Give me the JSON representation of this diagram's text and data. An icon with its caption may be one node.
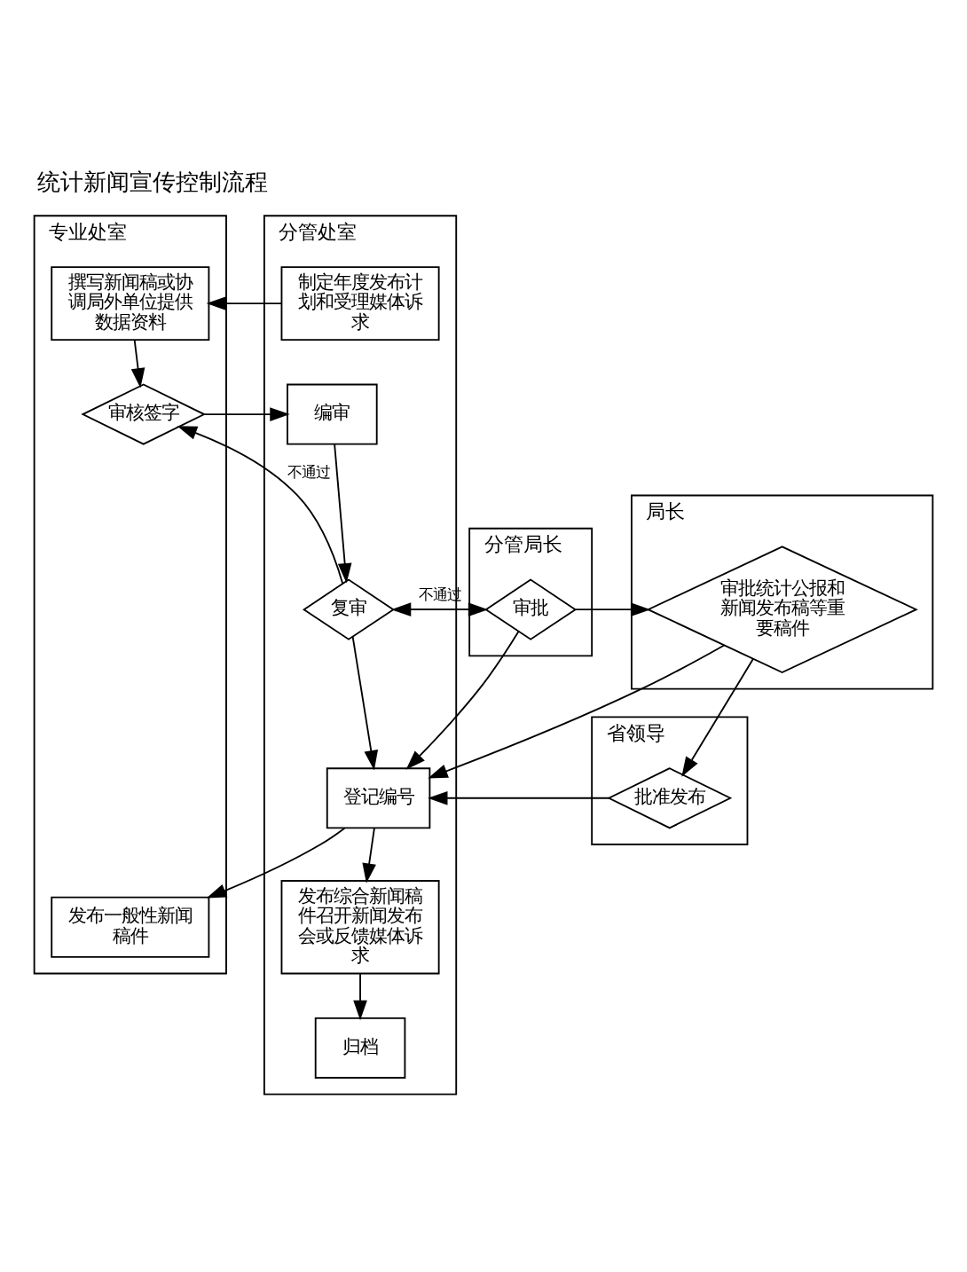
{
  "diagram": {
    "title": "统计新闻宣传控制流程",
    "nodes": [
      {
        "text": [
          "专业处室"
        ]
      },
      {
        "text": [
          "分管处室"
        ]
      },
      {
        "text": [
          "分管局长"
        ]
      },
      {
        "text": [
          "局长"
        ]
      },
      {
        "text": [
          "省领导"
        ]
      },
      {
        "text": [
          "撰写新闻稿或协调局外单位提供数据资料"
        ],
        "in": 0
      },
      {
        "text": [
          "制定年度发布计划和受理媒体诉求"
        ],
        "in": 1
      },
      {
        "text": [
          "审核签字"
        ],
        "in": 0
      },
      {
        "text": [
          "编审"
        ],
        "in": 1
      },
      {
        "text": [
          "复审"
        ],
        "in": 1
      },
      {
        "text": [
          "审批"
        ],
        "in": 2
      },
      {
        "text": [
          "审批统计公报和新闻发布稿等重要稿件"
        ],
        "in": 3
      },
      {
        "text": [
          "登记编号"
        ],
        "in": 1
      },
      {
        "text": [
          "批准发布"
        ],
        "in": 4
      },
      {
        "text": [
          "发布一般性新闻稿件"
        ],
        "in": 0
      },
      {
        "text": [
          "发布综合新闻稿件召开新闻发布会或反馈媒体诉求"
        ],
        "in": 1
      },
      {
        "text": [
          "归档"
        ],
        "in": 1
      }
    ],
    "edges": [
      {
        "from": 6,
        "to": 5,
        "arrow": "to"
      },
      {
        "from": 5,
        "to": 7,
        "arrow": "to"
      },
      {
        "from": 7,
        "to": 8,
        "arrow": "to"
      },
      {
        "from": 8,
        "to": 9,
        "arrow": "to"
      },
      {
        "from": 9,
        "to": 7,
        "arrow": "to",
        "label": "不通过"
      },
      {
        "from": 9,
        "to": 10,
        "arrow": "to"
      },
      {
        "from": 9,
        "to": 12,
        "arrow": "to"
      },
      {
        "from": 10,
        "to": 9,
        "arrow": "to",
        "label": "不通过"
      },
      {
        "from": 10,
        "to": 11,
        "arrow": "to"
      },
      {
        "from": 10,
        "to": 12,
        "arrow": "to"
      },
      {
        "from": 11,
        "to": 12,
        "arrow": "to"
      },
      {
        "from": 11,
        "to": 13,
        "arrow": "to"
      },
      {
        "from": 13,
        "to": 12,
        "arrow": "to"
      },
      {
        "from": 12,
        "to": 14,
        "arrow": "to"
      },
      {
        "from": 12,
        "to": 15,
        "arrow": "to"
      },
      {
        "from": 15,
        "to": 16,
        "arrow": "to"
      }
    ]
  }
}
